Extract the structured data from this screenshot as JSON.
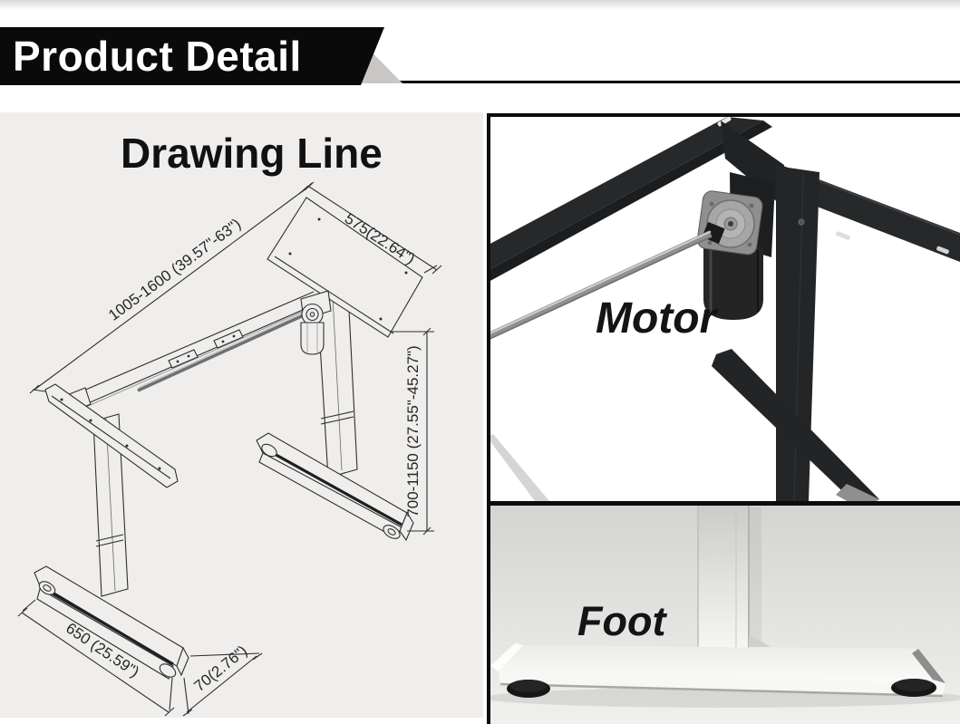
{
  "header": {
    "title": "Product Detail"
  },
  "drawing": {
    "title": "Drawing Line",
    "dims": {
      "top_support_length": "575(22.64\")",
      "frame_width_range": "1005-1600 (39.57\"-63\")",
      "height_range": "700-1150 (27.55\"-45.27\")",
      "foot_length": "650 (25.59\")",
      "foot_width": "70(2.76\")"
    }
  },
  "motor": {
    "label": "Motor"
  },
  "foot": {
    "label": "Foot"
  },
  "colors": {
    "banner_bg": "#0a0a0a",
    "banner_text": "#ffffff",
    "drawing_panel_bg": "#efeeec",
    "drawing_line": "#2f2f2f",
    "photo_frame_border": "#0c0c0c",
    "frame_metal_dark": "#26282a",
    "motor_silver": "#a6a6a6",
    "foot_panel_bg": "#e2e2e0",
    "foot_white": "#f7f7f5",
    "pad_black": "#161616"
  }
}
